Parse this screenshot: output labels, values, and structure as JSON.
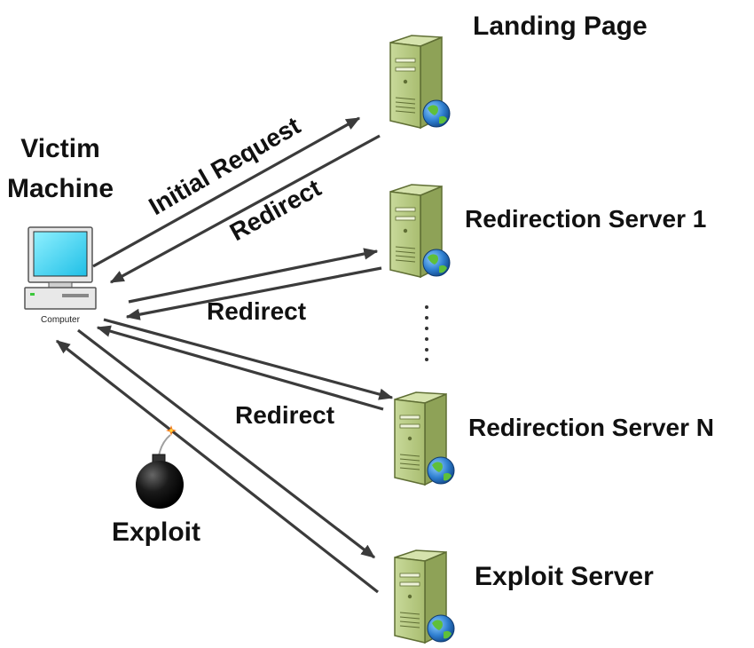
{
  "labels": {
    "victim_line1": "Victim",
    "victim_line2": "Machine",
    "computer": "Computer",
    "landing_page": "Landing Page",
    "redirection_server_1": "Redirection Server 1",
    "redirection_server_n": "Redirection Server N",
    "exploit_server": "Exploit Server",
    "initial_request": "Initial Request",
    "redirect_1": "Redirect",
    "redirect_2": "Redirect",
    "redirect_3": "Redirect",
    "exploit": "Exploit"
  },
  "colors": {
    "server_body": "#b9cc84",
    "server_side": "#8ea257",
    "server_dark": "#5f6e34",
    "globe": "#2f7fd0",
    "arrow": "#3b3b3b",
    "monitor_screen": "#3fd3ef",
    "bomb": "#1a1a1a",
    "fuse_spark": "#f07a1a"
  },
  "icons": [
    "server-icon",
    "globe-icon",
    "computer-icon",
    "bomb-icon",
    "ellipsis-dots"
  ]
}
